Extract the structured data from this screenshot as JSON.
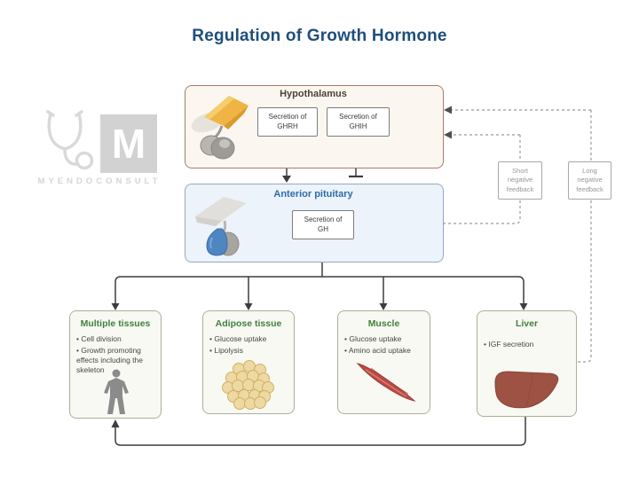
{
  "title": "Regulation of Growth Hormone",
  "watermark": {
    "logo_letter": "M",
    "brand": "MYENDOCONSULT"
  },
  "hypothalamus": {
    "label": "Hypothalamus",
    "secretions": [
      {
        "line1": "Secretion of",
        "line2": "GHRH"
      },
      {
        "line1": "Secretion of",
        "line2": "GHIH"
      }
    ]
  },
  "anterior_pituitary": {
    "label": "Anterior pituitary",
    "secretion": {
      "line1": "Secretion of",
      "line2": "GH"
    }
  },
  "targets": [
    {
      "title": "Multiple tissues",
      "bullets": [
        "Cell division",
        "Growth promoting effects including the skeleton"
      ],
      "icon": "human-body-icon"
    },
    {
      "title": "Adipose tissue",
      "bullets": [
        "Glucose uptake",
        "Lipolysis"
      ],
      "icon": "adipose-cells-icon"
    },
    {
      "title": "Muscle",
      "bullets": [
        "Glucose uptake",
        "Amino acid uptake"
      ],
      "icon": "muscle-icon"
    },
    {
      "title": "Liver",
      "bullets": [
        "IGF secretion"
      ],
      "icon": "liver-icon"
    }
  ],
  "feedback_loops": [
    {
      "label": "Short negative feedback"
    },
    {
      "label": "Long negative feedback"
    }
  ],
  "colors": {
    "title_blue": "#1f4e7c",
    "hypothalamus_border": "#a57c6b",
    "hypothalamus_fill": "#fbf7f0",
    "pituitary_border": "#90a9c4",
    "pituitary_fill": "#edf3fa",
    "pituitary_label": "#2d6cab",
    "target_green_title": "#41803f",
    "target_fill": "#f7f9f2",
    "target_border": "#a9b199",
    "connector_dark": "#3d3d3d",
    "connector_dashed_gray": "#9b9b9b",
    "hypothalamus_icon_orange": "#f0b445",
    "pituitary_icon_blue": "#4e86c2",
    "muscle_red": "#bb4a45",
    "liver_brown": "#9d5244",
    "adipose_tan": "#eed9a2",
    "watermark_gray": "#d2d2d2"
  }
}
